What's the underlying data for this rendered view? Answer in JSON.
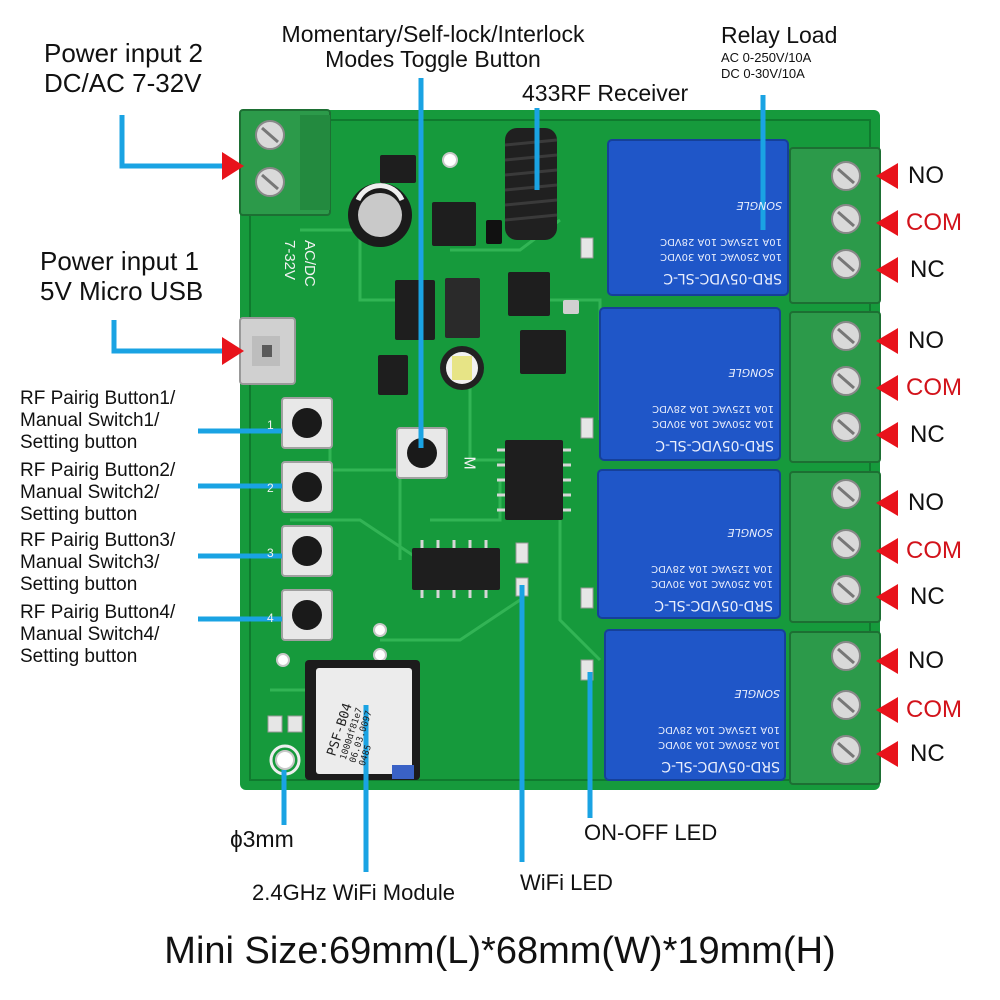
{
  "labels": {
    "power2": [
      "Power input 2",
      "DC/AC 7-32V"
    ],
    "power1": [
      "Power input 1",
      "5V Micro USB"
    ],
    "mode_button": [
      "Momentary/Self-lock/Interlock",
      "Modes Toggle Button"
    ],
    "rf_receiver": "433RF Receiver",
    "relay_load": {
      "title": "Relay Load",
      "ac": "AC 0-250V/10A",
      "dc": "DC 0-30V/10A"
    },
    "rf_buttons": [
      [
        "RF Pairig Button1/",
        "Manual Switch1/",
        "Setting button"
      ],
      [
        "RF Pairig Button2/",
        "Manual Switch2/",
        "Setting button"
      ],
      [
        "RF Pairig Button3/",
        "Manual Switch3/",
        "Setting button"
      ],
      [
        "RF Pairig Button4/",
        "Manual Switch4/",
        "Setting button"
      ]
    ],
    "hole": "ɸ3mm",
    "wifi_module": "2.4GHz WiFi Module",
    "wifi_led": "WiFi LED",
    "onoff_led": "ON-OFF LED",
    "terminals": [
      "NO",
      "COM",
      "NC"
    ],
    "footer": "Mini Size:69mm(L)*68mm(W)*19mm(H)"
  },
  "board": {
    "silkscreen": [
      "AC/DC",
      "7-32V"
    ],
    "button_numbers": [
      "1",
      "2",
      "3",
      "4"
    ],
    "mode_mark": "M",
    "relay_text": [
      "SRD-05VDC-SL-C",
      "10A 250VAC  10A 30VDC",
      "10A 125VAC  10A 28VDC",
      "SONGLE"
    ],
    "wifi_chip": [
      "PSF-B04",
      "1000df81e7",
      "06.03.0097",
      "0485"
    ]
  },
  "colors": {
    "pcb": "#169a3c",
    "terminal": "#2c9a4a",
    "relay": "#1f56c8",
    "arrow_red": "#e8131b",
    "pointer_blue": "#1aa3e3",
    "com_text": "#d2121a"
  }
}
